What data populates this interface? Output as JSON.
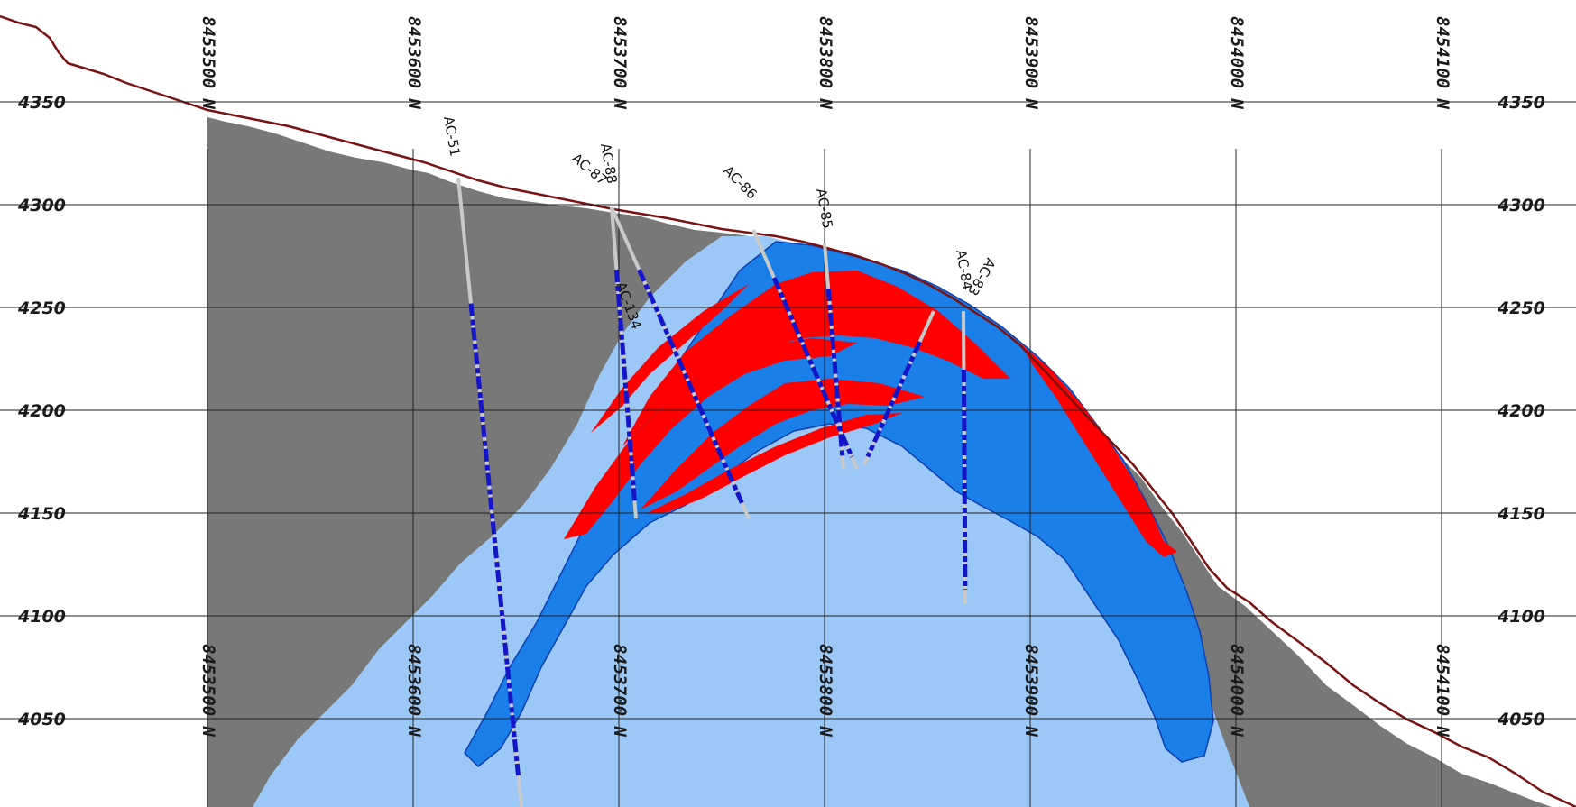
{
  "section": {
    "elevation_labels": [
      "4350",
      "4300",
      "4250",
      "4200",
      "4150",
      "4100",
      "4050"
    ],
    "northing_labels": [
      "8453500 N",
      "8453600 N",
      "8453700 N",
      "8453800 N",
      "8453900 N",
      "8454000 N",
      "8454100 N"
    ],
    "drillholes": [
      {
        "label": "AC-51"
      },
      {
        "label": "AC-88"
      },
      {
        "label": "AC-87"
      },
      {
        "label": "AC-134"
      },
      {
        "label": "AC-86"
      },
      {
        "label": "AC-85"
      },
      {
        "label": "AC-84"
      },
      {
        "label": "AC-83"
      }
    ]
  },
  "colors": {
    "topography_line": "#7a1212",
    "waste_rock": "#787878",
    "mineralized_halo": "#9cc8f7",
    "intermediate_grade": "#1a7fe8",
    "high_grade": "#ff0000",
    "drillhole_trace": "#c9c9c9",
    "drillhole_assay": "#1414c8",
    "grid_line": "#222222"
  }
}
